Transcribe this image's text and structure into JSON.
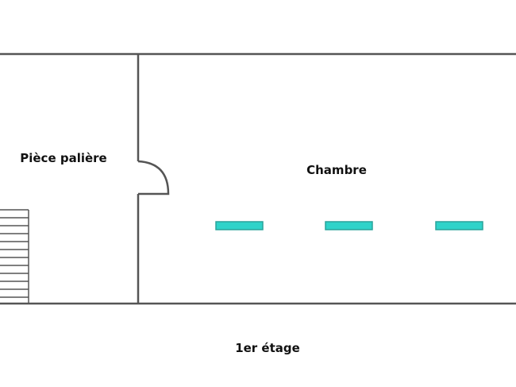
{
  "rooms": {
    "landing": "Pièce palière",
    "bedroom": "Chambre"
  },
  "floor_label": "1er étage",
  "colors": {
    "wall": "#555555",
    "window_fill": "#2fd3c9",
    "window_stroke": "#2aa39b",
    "background": "#ffffff"
  },
  "windows": [
    {
      "name": "window-1"
    },
    {
      "name": "window-2"
    },
    {
      "name": "window-3"
    }
  ]
}
